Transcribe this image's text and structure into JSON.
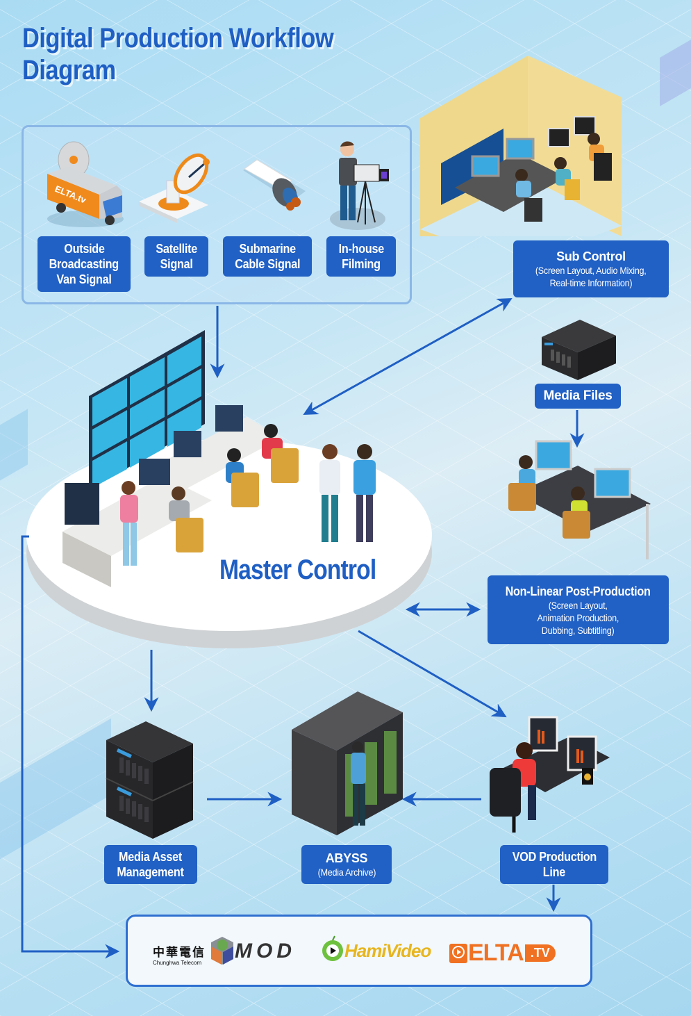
{
  "title": {
    "line1": "Digital Production Workflow",
    "line2": "Diagram"
  },
  "colors": {
    "accent_blue": "#2160c4",
    "title_blue": "#1f5fc4",
    "orange": "#f07122",
    "background": "#c6e6f5"
  },
  "sources": [
    {
      "id": "ob-van",
      "lines": [
        "Outside",
        "Broadcasting",
        "Van Signal"
      ],
      "icon": "ob-van-icon"
    },
    {
      "id": "satellite",
      "lines": [
        "Satellite",
        "Signal"
      ],
      "icon": "satellite-dish-icon"
    },
    {
      "id": "submarine",
      "lines": [
        "Submarine",
        "Cable Signal"
      ],
      "icon": "submarine-cable-icon"
    },
    {
      "id": "in-house",
      "lines": [
        "In-house",
        "Filming"
      ],
      "icon": "camera-operator-icon"
    }
  ],
  "master_control": {
    "label": "Master Control",
    "icon": "master-control-room-illustration"
  },
  "sub_control": {
    "title": "Sub Control",
    "details": [
      "(Screen Layout, Audio Mixing,",
      "Real-time Information)"
    ],
    "icon": "sub-control-room-illustration"
  },
  "media_files": {
    "label": "Media Files",
    "icon": "storage-server-icon"
  },
  "post_production": {
    "title": "Non-Linear Post-Production",
    "details": [
      "(Screen Layout,",
      "Animation Production,",
      "Dubbing, Subtitling)"
    ],
    "icon": "editing-workstation-illustration"
  },
  "media_asset": {
    "lines": [
      "Media Asset",
      "Management"
    ],
    "icon": "nas-server-stack-icon"
  },
  "abyss": {
    "title": "ABYSS",
    "detail": "(Media Archive)",
    "icon": "server-racks-icon"
  },
  "vod": {
    "lines": [
      "VOD Production",
      "Line"
    ],
    "icon": "vod-editor-illustration"
  },
  "distribution": {
    "logos": [
      {
        "name": "chunghwa-telecom",
        "text_cn": "中華電信",
        "text_en": "Chunghwa Telecom"
      },
      {
        "name": "mod",
        "text": "MOD"
      },
      {
        "name": "hami-video",
        "text": "HamiVideo"
      },
      {
        "name": "elta-tv",
        "text": "ELTA",
        "suffix": ".TV"
      }
    ]
  },
  "arrows": [
    {
      "from": "sources",
      "to": "master_control",
      "direction": "one-way"
    },
    {
      "from": "master_control",
      "to": "sub_control",
      "direction": "two-way"
    },
    {
      "from": "media_files",
      "to": "post_production",
      "direction": "one-way"
    },
    {
      "from": "master_control",
      "to": "post_production",
      "direction": "two-way"
    },
    {
      "from": "master_control",
      "to": "vod",
      "direction": "one-way"
    },
    {
      "from": "master_control",
      "to": "media_asset",
      "direction": "one-way"
    },
    {
      "from": "media_asset",
      "to": "abyss",
      "direction": "one-way"
    },
    {
      "from": "vod",
      "to": "abyss",
      "direction": "one-way"
    },
    {
      "from": "vod",
      "to": "distribution",
      "direction": "one-way"
    },
    {
      "from": "master_control",
      "to": "distribution",
      "direction": "one-way"
    }
  ]
}
